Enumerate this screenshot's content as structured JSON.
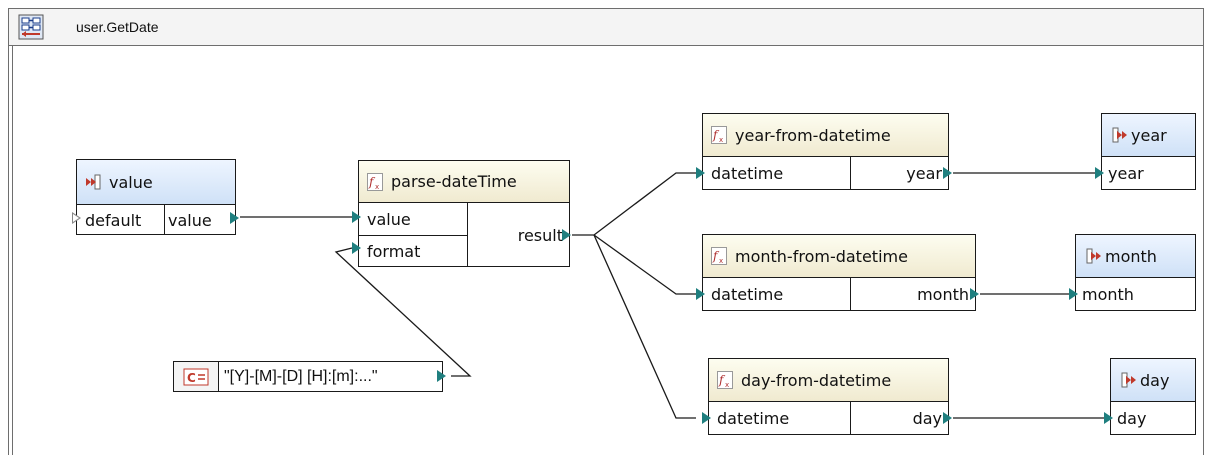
{
  "window": {
    "title": "user.GetDate",
    "title_icon": "mapping-function-icon"
  },
  "nodes": {
    "value_input": {
      "title": "value",
      "icon": "input-parameter-icon",
      "left_label": "default",
      "right_label": "value"
    },
    "parse": {
      "title": "parse-dateTime",
      "icon": "function-icon",
      "inputs": [
        "value",
        "format"
      ],
      "output": "result"
    },
    "year_fn": {
      "title": "year-from-datetime",
      "icon": "function-icon",
      "input": "datetime",
      "output": "year"
    },
    "month_fn": {
      "title": "month-from-datetime",
      "icon": "function-icon",
      "input": "datetime",
      "output": "month"
    },
    "day_fn": {
      "title": "day-from-datetime",
      "icon": "function-icon",
      "input": "datetime",
      "output": "day"
    },
    "year_out": {
      "title": "year",
      "icon": "output-parameter-icon",
      "input": "year"
    },
    "month_out": {
      "title": "month",
      "icon": "output-parameter-icon",
      "input": "month"
    },
    "day_out": {
      "title": "day",
      "icon": "output-parameter-icon",
      "input": "day"
    },
    "constant": {
      "icon": "constant-icon",
      "value": "\"[Y]-[M]-[D] [H]:[m]:...\""
    }
  },
  "colors": {
    "connector": "#1f7f7f",
    "function_header": "#f0ead0",
    "io_header": "#cfe1f7",
    "constant_icon": "#c0392b"
  }
}
